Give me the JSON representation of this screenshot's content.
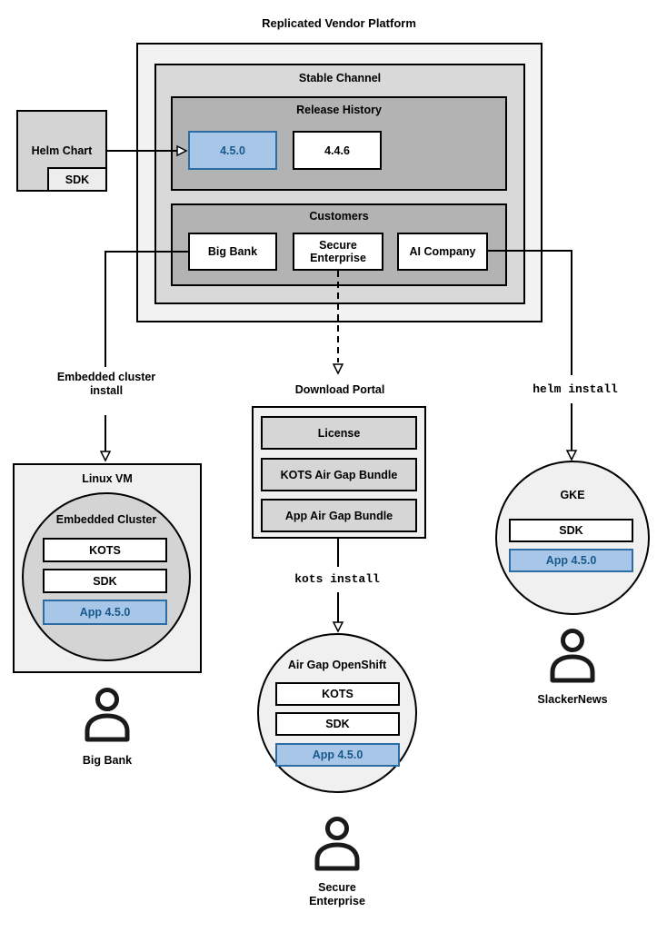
{
  "diagram_title": "Replicated Vendor Platform",
  "platform": {
    "stable_channel": {
      "title": "Stable Channel",
      "release_history": {
        "title": "Release History",
        "releases": [
          "4.5.0",
          "4.4.6"
        ]
      },
      "customers": {
        "title": "Customers",
        "names": [
          "Big Bank",
          "Secure Enterprise",
          "AI Company"
        ]
      }
    }
  },
  "helm_chart": {
    "title": "Helm Chart",
    "sdk": "SDK"
  },
  "left_flow": {
    "install_label": "Embedded cluster install",
    "vm_title": "Linux VM",
    "cluster_title": "Embedded Cluster",
    "components": [
      "KOTS",
      "SDK",
      "App 4.5.0"
    ],
    "user": "Big Bank"
  },
  "center_flow": {
    "portal_title": "Download Portal",
    "portal_items": [
      "License",
      "KOTS Air Gap Bundle",
      "App Air Gap Bundle"
    ],
    "install_command": "kots install",
    "cluster_title": "Air Gap OpenShift",
    "components": [
      "KOTS",
      "SDK",
      "App 4.5.0"
    ],
    "user": "Secure Enterprise"
  },
  "right_flow": {
    "install_command": "helm install",
    "cluster_title": "GKE",
    "components": [
      "SDK",
      "App 4.5.0"
    ],
    "user": "SlackerNews"
  },
  "colors": {
    "highlight_fill": "#a8c6e8",
    "highlight_border": "#2e6da4",
    "highlight_text": "#17598a",
    "platform_fill": "#f2f2f2",
    "channel_fill": "#d9d9d9",
    "inner_fill": "#b3b3b3"
  }
}
